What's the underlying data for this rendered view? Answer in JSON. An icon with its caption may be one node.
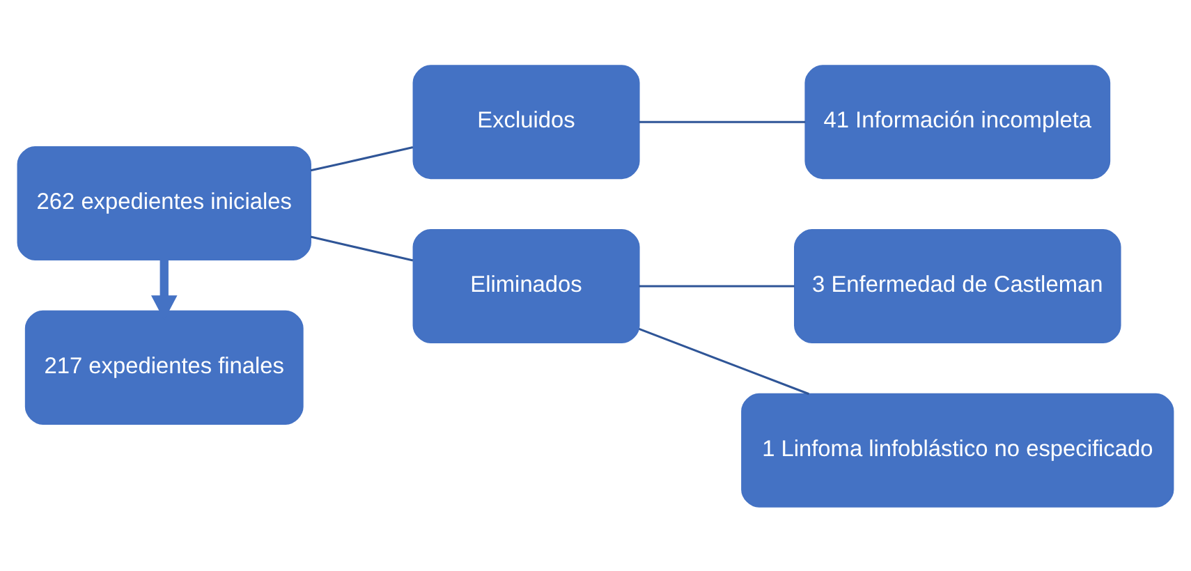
{
  "diagram": {
    "nodes": [
      {
        "text": [
          "262 expedientes iniciales"
        ]
      },
      {
        "text": [
          "Excluidos"
        ]
      },
      {
        "text": [
          "41 Información incompleta"
        ]
      },
      {
        "text": [
          "Eliminados"
        ]
      },
      {
        "text": [
          "3 Enfermedad de Castleman"
        ]
      },
      {
        "text": [
          "1 Linfoma linfoblástico no especificado"
        ]
      },
      {
        "text": [
          "217 expedientes finales"
        ]
      }
    ],
    "edges": [
      {
        "from": 0,
        "to": 1,
        "arrow": "none"
      },
      {
        "from": 0,
        "to": 3,
        "arrow": "none"
      },
      {
        "from": 1,
        "to": 2,
        "arrow": "none"
      },
      {
        "from": 3,
        "to": 4,
        "arrow": "none"
      },
      {
        "from": 3,
        "to": 5,
        "arrow": "none"
      },
      {
        "from": 0,
        "to": 6,
        "arrow": "to",
        "style": "thick",
        "color": "#4472c4"
      }
    ]
  }
}
